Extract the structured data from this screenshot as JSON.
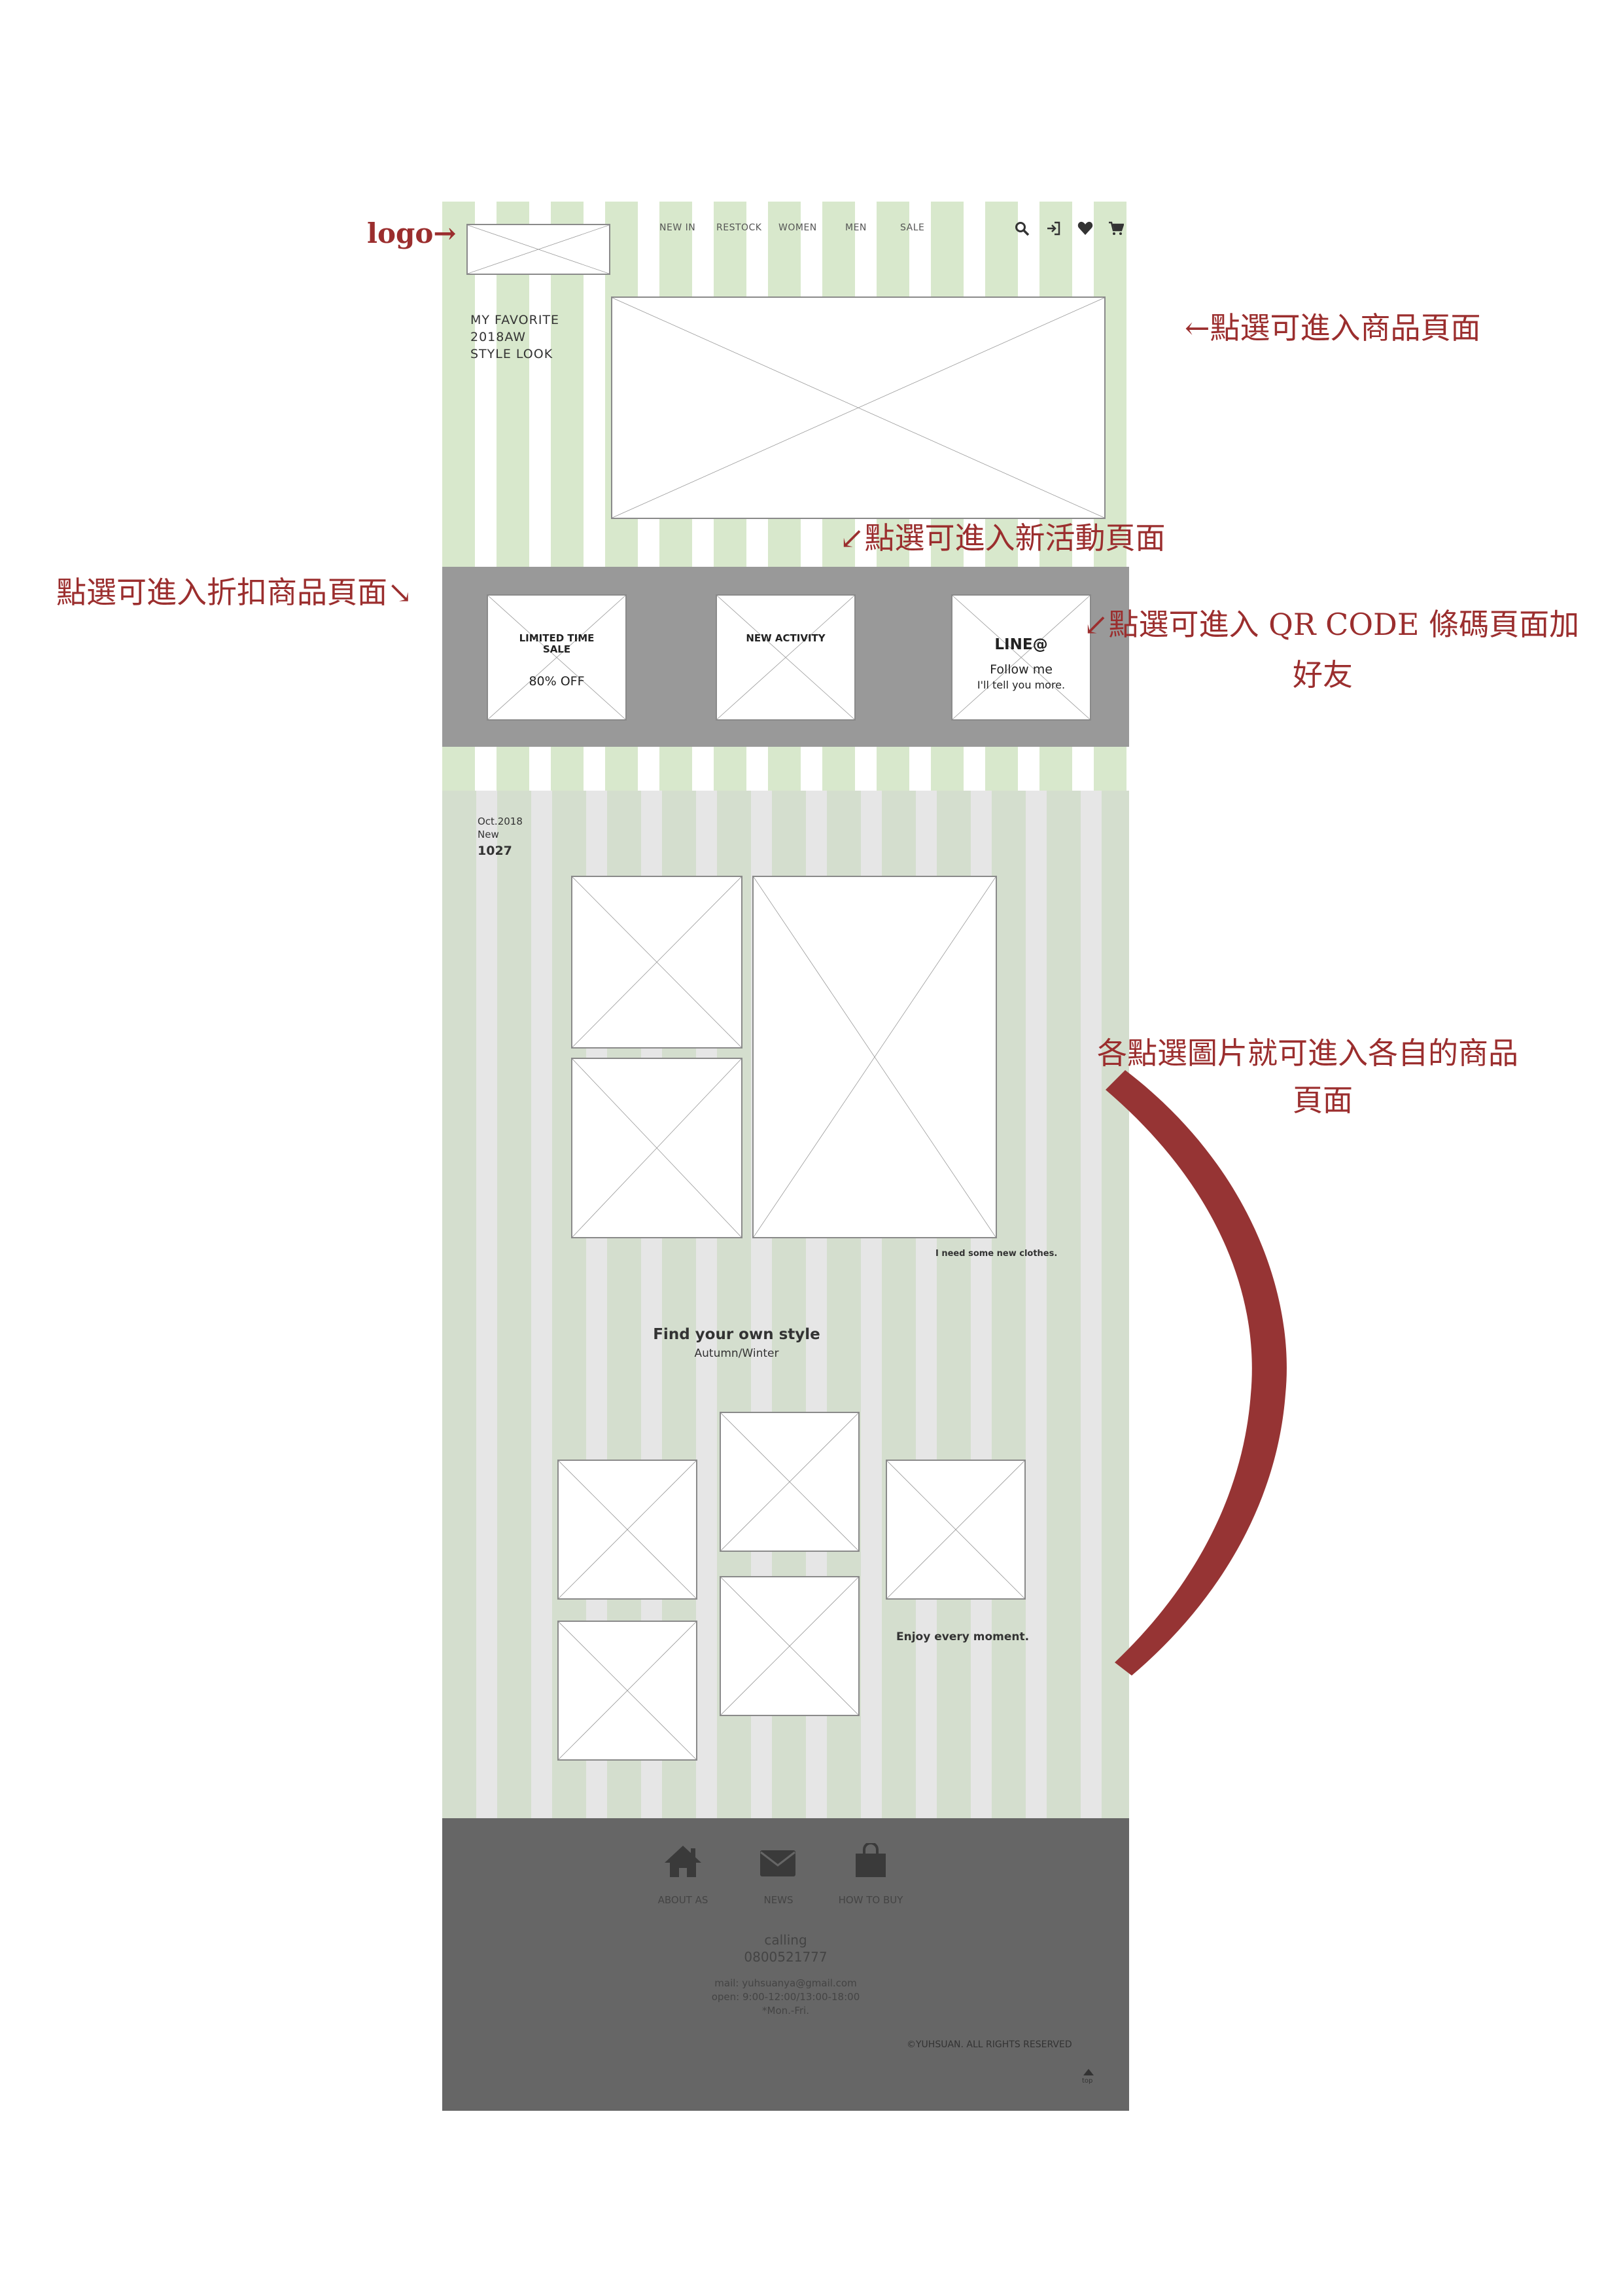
{
  "header": {
    "nav": [
      "NEW IN",
      "RESTOCK",
      "WOMEN",
      "MEN",
      "SALE"
    ]
  },
  "hero": {
    "title_lines": [
      "MY FAVORITE",
      "2018AW",
      "STYLE LOOK"
    ]
  },
  "promos": [
    {
      "line1": "LIMITED TIME",
      "line2": "SALE",
      "line3": "80% OFF"
    },
    {
      "line1": "NEW ACTIVITY"
    },
    {
      "line1": "LINE@",
      "line2": "Follow me",
      "line3": "I'll tell you more."
    }
  ],
  "new_section": {
    "date": "Oct.2018",
    "label": "New",
    "code": "1027",
    "caption": "I need some new clothes."
  },
  "style_section": {
    "title": "Find your own style",
    "subtitle": "Autumn/Winter",
    "caption": "Enjoy every moment."
  },
  "footer": {
    "links": [
      "ABOUT AS",
      "NEWS",
      "HOW TO BUY"
    ],
    "calling_label": "calling",
    "phone": "0800521777",
    "mail": "mail: yuhsuanya@gmail.com",
    "hours": "open: 9:00-12:00/13:00-18:00",
    "days": "*Mon.-Fri.",
    "copyright": "©YUHSUAN. ALL RIGHTS RESERVED",
    "top": "top"
  },
  "annotations": {
    "logo": "logo→",
    "product": "←點選可進入商品頁面",
    "activity": "↙點選可進入新活動頁面",
    "discount": "點選可進入折扣商品頁面↘",
    "qr_line1": "↙點選可進入 QR CODE 條碼頁面加",
    "qr_line2": "好友",
    "images_line1": "各點選圖片就可進入各自的商品",
    "images_line2": "頁面"
  },
  "colors": {
    "annotation": "#9b2e2e",
    "promo_band": "#999999",
    "footer": "#666666",
    "stripe_top": "#d8e8cc",
    "stripe_bottom": "#d4dece"
  }
}
